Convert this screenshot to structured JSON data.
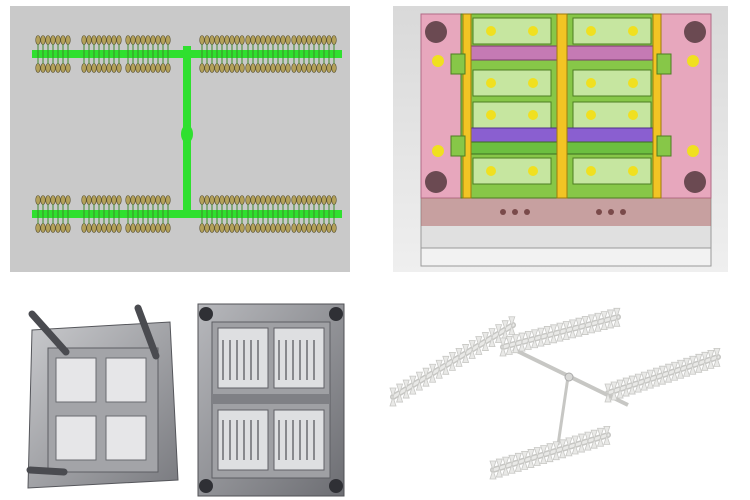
{
  "images": [
    {
      "name": "green-runner-layout-cad",
      "colors": {
        "background": "#c9c9c9",
        "runner": "#2fe02f",
        "part": "#b3a15a"
      }
    },
    {
      "name": "mold-assembly-3d",
      "colors": {
        "plate": "#e7a7bd",
        "insert": "#87c748",
        "slot": "#f2c424",
        "cavity": "#8a5fd0"
      }
    },
    {
      "name": "opened-steel-mold-photo",
      "colors": {
        "steel": "#8e8f93",
        "dark": "#3f3f44"
      }
    },
    {
      "name": "molded-white-parts-photo",
      "colors": {
        "plastic": "#e9e9e7",
        "shadow": "#c7c7c4"
      }
    }
  ]
}
